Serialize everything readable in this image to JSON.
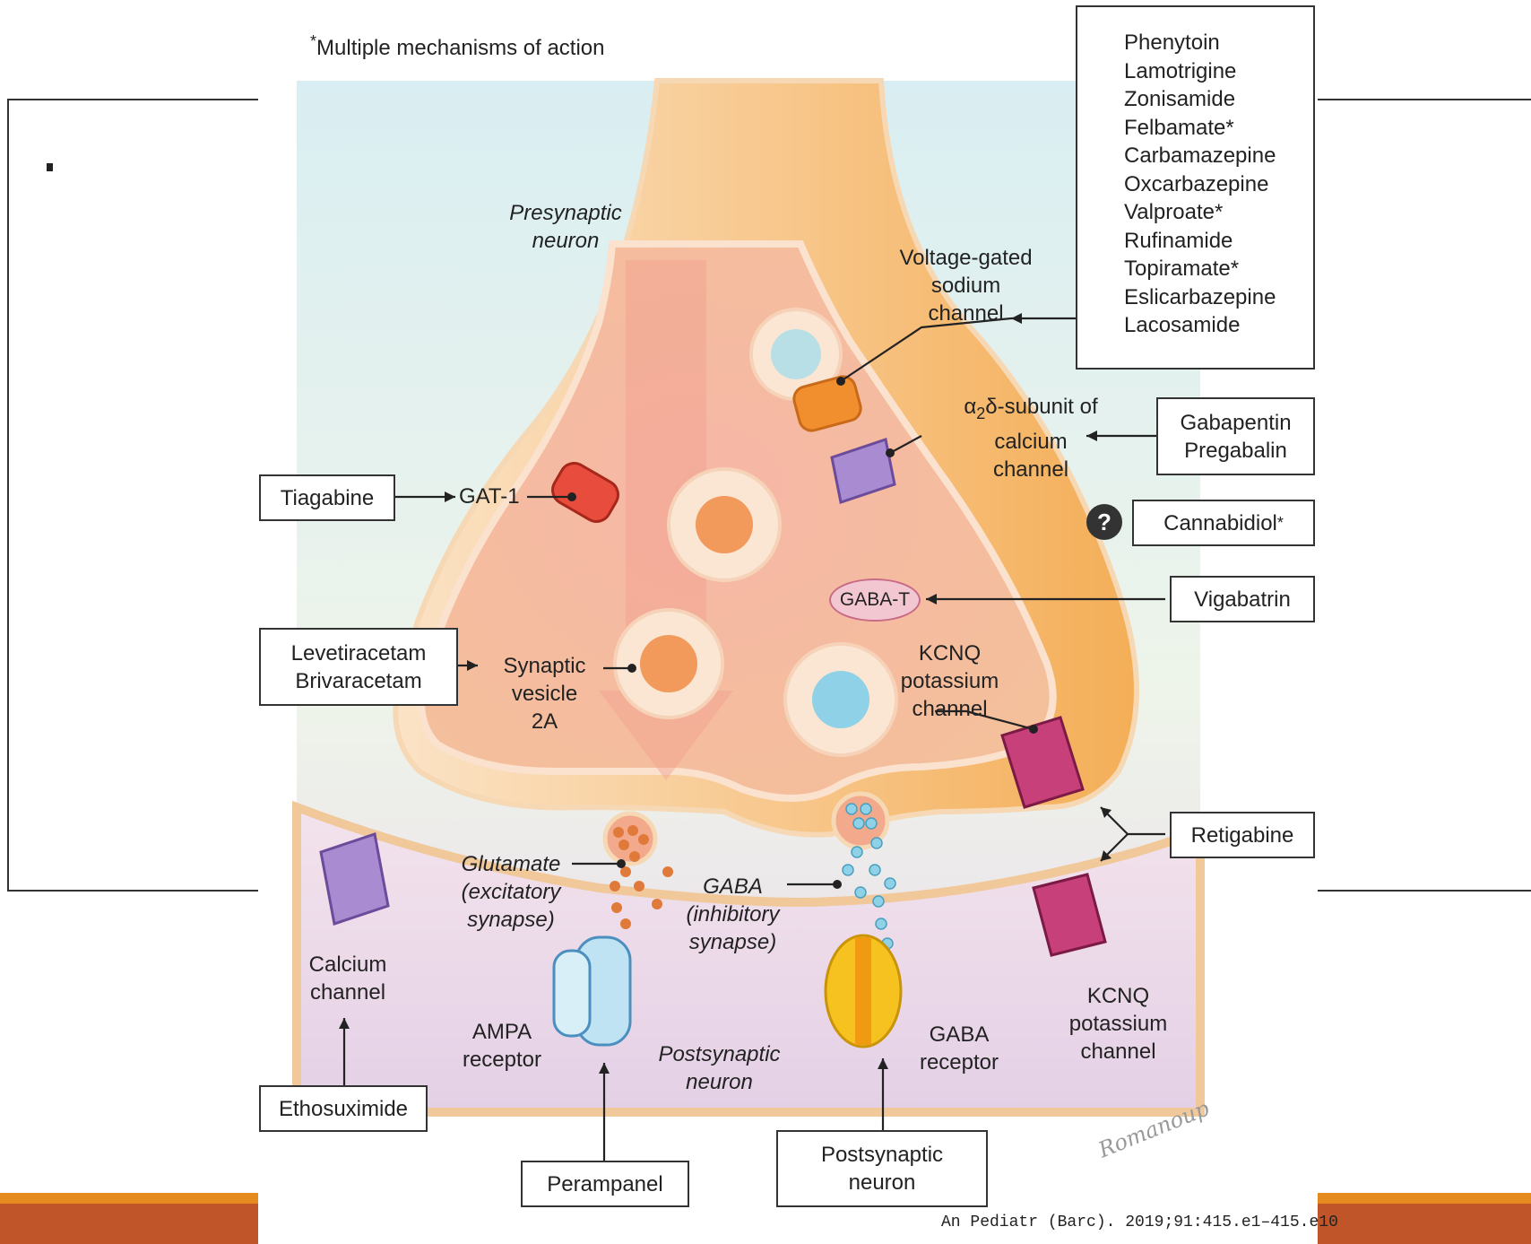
{
  "footnote": {
    "star": "*",
    "text": "Multiple mechanisms of action"
  },
  "neuron_labels": {
    "presynaptic": "Presynaptic\nneuron",
    "postsynaptic": "Postsynaptic\nneuron"
  },
  "targets": {
    "sodium_channel": "Voltage-gated\nsodium\nchannel",
    "alpha2delta_prefix": "α",
    "alpha2delta_sub": "2",
    "alpha2delta_rest": "δ-subunit of\ncalcium\nchannel",
    "gat1": "GAT-1",
    "gaba_t": "GABA-T",
    "sv2a": "Synaptic\nvesicle\n2A",
    "kcnq_top": "KCNQ\npotassium\nchannel",
    "kcnq_bottom": "KCNQ\npotassium\nchannel",
    "glutamate": "Glutamate\n(excitatory\nsynapse)",
    "gaba": "GABA\n(inhibitory\nsynapse)",
    "calcium_channel": "Calcium\nchannel",
    "ampa": "AMPA\nreceptor",
    "gaba_receptor": "GABA\nreceptor"
  },
  "drugs": {
    "sodium_channel_list": [
      "Phenytoin",
      "Lamotrigine",
      "Zonisamide",
      "Felbamate*",
      "Carbamazepine",
      "Oxcarbazepine",
      "Valproate*",
      "Rufinamide",
      "Topiramate*",
      "Eslicarbazepine",
      "Lacosamide"
    ],
    "alpha2delta": "Gabapentin\nPregabalin",
    "cannabidiol": "Cannabidiol",
    "cannabidiol_star": "*",
    "unknown_mark": "?",
    "vigabatrin": "Vigabatrin",
    "tiagabine": "Tiagabine",
    "sv2a": "Levetiracetam\nBrivaracetam",
    "retigabine": "Retigabine",
    "ethosuximide": "Ethosuximide",
    "perampanel": "Perampanel",
    "gaba_receptor": "Postsynaptic\nneuron"
  },
  "signature": "Romanoup",
  "citation": "An Pediatr (Barc). 2019;91:415.e1–415.e10",
  "colors": {
    "presynaptic_fill": "#f6c79a",
    "presynaptic_inner": "#f3a98c",
    "postsynaptic_fill": "#e8d6e8",
    "background": "#e3f1f1",
    "footer_orange": "#e58a1f",
    "footer_rust": "#c0552a"
  }
}
